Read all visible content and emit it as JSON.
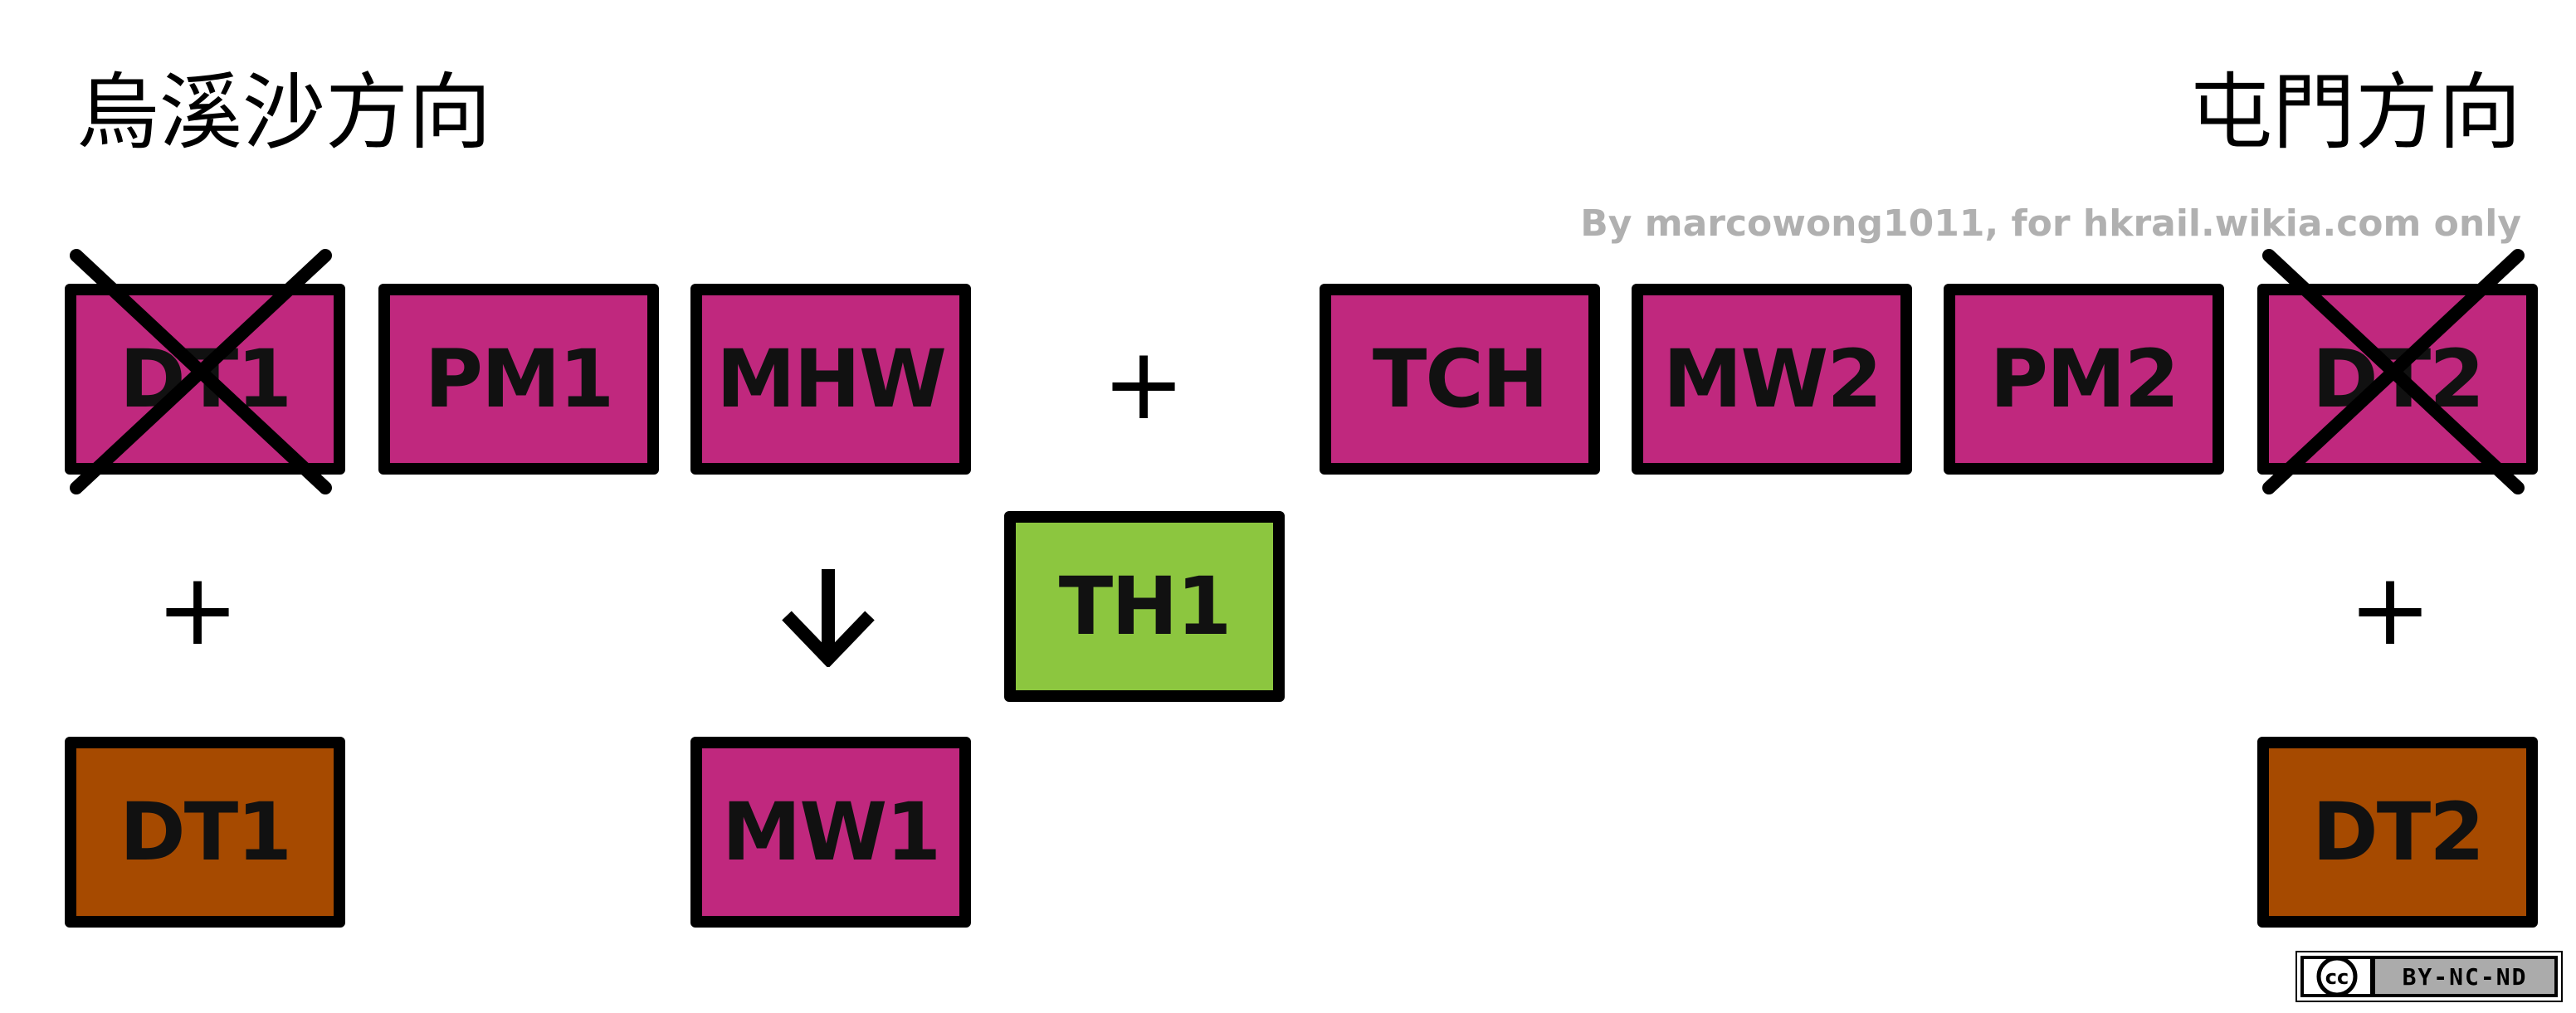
{
  "titles": {
    "left": "烏溪沙方向",
    "right": "屯門方向"
  },
  "credit": "By marcowong1011, for hkrail.wikia.com only",
  "colors": {
    "magenta": "#c0287e",
    "green": "#8cc63f",
    "brown": "#a64a00",
    "border": "#000000",
    "credit": "#b0b0b0"
  },
  "cars": {
    "dt1_removed": "DT1",
    "pm1": "PM1",
    "mhw": "MHW",
    "tch": "TCH",
    "mw2": "MW2",
    "pm2": "PM2",
    "dt2_removed": "DT2",
    "th1": "TH1",
    "dt1_added": "DT1",
    "mw1": "MW1",
    "dt2_added": "DT2"
  },
  "symbols": {
    "plus": "+"
  },
  "license": {
    "cc": "cc",
    "terms": "BY-NC-ND"
  }
}
